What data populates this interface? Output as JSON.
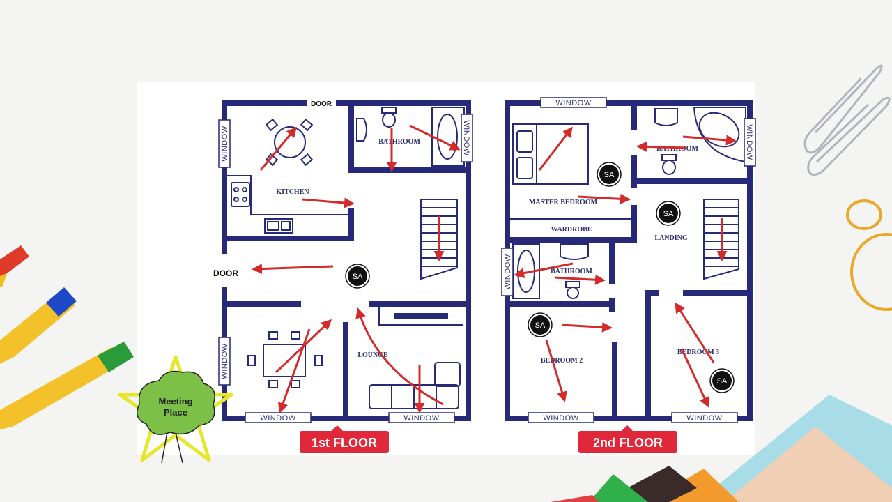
{
  "colors": {
    "wall": "#262a78",
    "arrow": "#d42a2a",
    "badge": "#e0283a",
    "sa_fill": "#111111",
    "meeting_green": "#7cc047",
    "meeting_star": "#e6e62a"
  },
  "floor1": {
    "badge": "1st FLOOR",
    "door_top": "DOOR",
    "door_left": "DOOR",
    "rooms": {
      "kitchen": "KITCHEN",
      "bathroom": "BATHROOM",
      "lounge": "LOUNGE"
    },
    "windows": {
      "left_top": "WINDOW",
      "left_bottom": "WINDOW",
      "right_top": "WINDOW",
      "bottom_left": "WINDOW",
      "bottom_right": "WINDOW"
    },
    "sa": [
      "SA"
    ]
  },
  "floor2": {
    "badge": "2nd FLOOR",
    "rooms": {
      "master_bedroom": "MASTER BEDROOM",
      "wardrobe": "WARDROBE",
      "bathroom_top": "BATHROOM",
      "landing": "LANDING",
      "bathroom_small": "BATHROOM",
      "bedroom2": "BEDROOM 2",
      "bedroom3": "BEDROOM 3"
    },
    "windows": {
      "top": "WINDOW",
      "right": "WINDOW",
      "left": "WINDOW",
      "bottom_left": "WINDOW",
      "bottom_right": "WINDOW"
    },
    "sa": [
      "SA",
      "SA",
      "SA",
      "SA"
    ]
  },
  "meeting_place": {
    "line1": "Meeting",
    "line2": "Place",
    "icon": "tree-star-icon"
  }
}
